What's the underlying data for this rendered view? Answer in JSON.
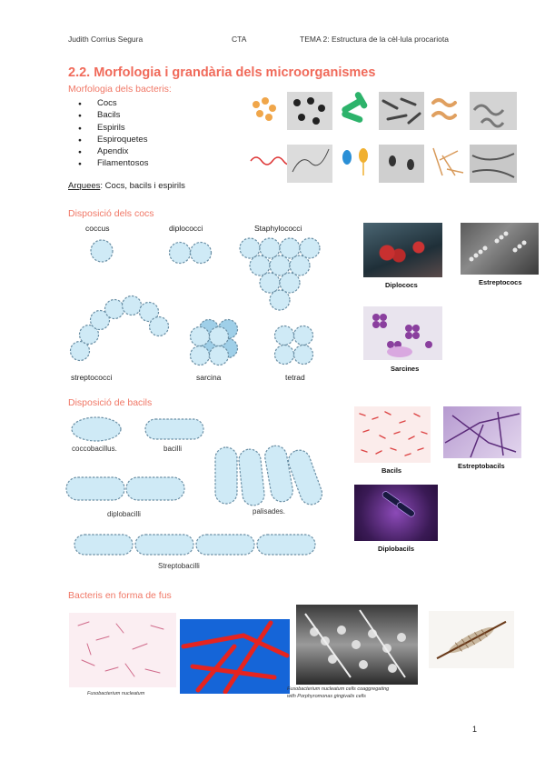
{
  "header": {
    "author": "Judith Corrius Segura",
    "subject": "CTA",
    "topic": "TEMA 2: Estructura de la cèl·lula procariota"
  },
  "title": "2.2. Morfologia i grandària dels microorganismes",
  "morfologia": {
    "heading": "Morfologia dels bacteris:",
    "items": [
      "Cocs",
      "Bacils",
      "Espirils",
      "Espiroquetes",
      "Apendix",
      "Filamentosos"
    ],
    "arquees_label": "Arquees",
    "arquees_text": ": Cocs, bacils i espirils"
  },
  "cocs": {
    "heading": "Disposició dels cocs",
    "diagram_labels": {
      "coccus": "coccus",
      "diplococci": "diplococci",
      "staphylococci": "Staphylococci",
      "streptococci": "streptococci",
      "sarcina": "sarcina",
      "tetrad": "tetrad"
    },
    "photo_labels": {
      "diplococs": "Diplococs",
      "estreptococs": "Estreptococs",
      "sarcines": "Sarcines"
    }
  },
  "bacils": {
    "heading": "Disposició de bacils",
    "diagram_labels": {
      "coccobacillus": "coccobacillus.",
      "bacilli": "bacilli",
      "diplobacilli": "diplobacilli",
      "palisades": "palisades.",
      "streptobacilli": "Streptobacilli"
    },
    "photo_labels": {
      "bacils": "Bacils",
      "estreptobacils": "Estreptobacils",
      "diplobacils": "Diplobacils"
    }
  },
  "fus": {
    "heading": "Bacteris en forma de fus",
    "caption1": "Fusobacterium nucleatum",
    "caption2a": "Fusobacterium nucleatum cells coaggregating",
    "caption2b": "with Porphyromonas gingivalis cells"
  },
  "page_number": "1",
  "colors": {
    "accent": "#f06a5a",
    "cell_fill": "#cfeaf6",
    "cell_stroke": "#8fb8cc"
  }
}
